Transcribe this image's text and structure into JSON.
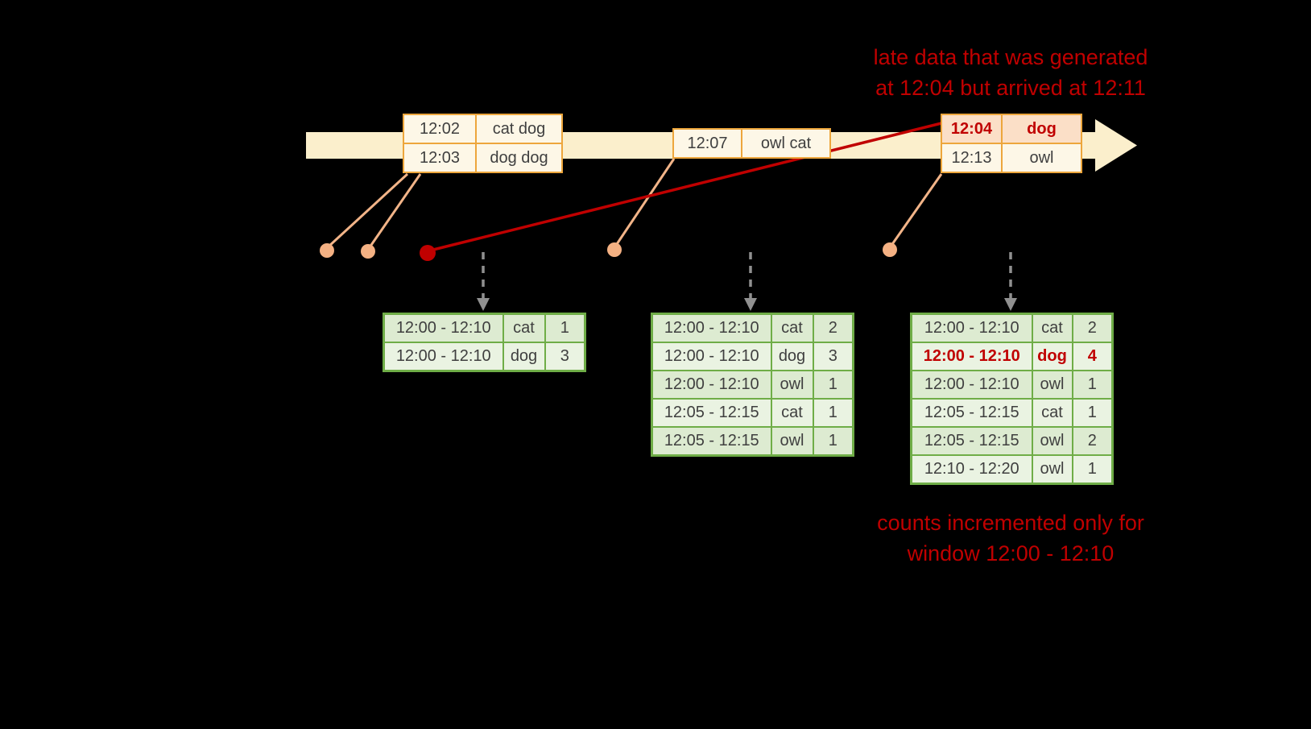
{
  "colors": {
    "background": "#000000",
    "timeline_band": "#FBEFCC",
    "event_border": "#EDA63C",
    "event_fill": "#FDF7E7",
    "late_event_fill": "#FBDFC7",
    "accent_red": "#C00000",
    "connector_salmon": "#F2B488",
    "table_border_green": "#6FAD47",
    "row_fill_dark": "#DDEBD1",
    "row_fill_light": "#EAF3E2",
    "trigger_arrow_gray": "#909090",
    "text_dark": "#3F3F3F"
  },
  "annotations": {
    "late_data_line1": "late data that was generated",
    "late_data_line2": "at 12:04 but arrived at 12:11",
    "counts_line1": "counts incremented only for",
    "counts_line2": "window 12:00 - 12:10"
  },
  "events": {
    "box1": {
      "rows": [
        {
          "time": "12:02",
          "words": "cat dog"
        },
        {
          "time": "12:03",
          "words": "dog dog"
        }
      ]
    },
    "box2": {
      "rows": [
        {
          "time": "12:07",
          "words": "owl cat"
        }
      ]
    },
    "box3": {
      "rows": [
        {
          "time": "12:04",
          "words": "dog"
        },
        {
          "time": "12:13",
          "words": "owl"
        }
      ]
    }
  },
  "result_tables": [
    {
      "rows": [
        {
          "window": "12:00 - 12:10",
          "word": "cat",
          "count": "1"
        },
        {
          "window": "12:00 - 12:10",
          "word": "dog",
          "count": "3"
        }
      ]
    },
    {
      "rows": [
        {
          "window": "12:00 - 12:10",
          "word": "cat",
          "count": "2"
        },
        {
          "window": "12:00 - 12:10",
          "word": "dog",
          "count": "3"
        },
        {
          "window": "12:00 - 12:10",
          "word": "owl",
          "count": "1"
        },
        {
          "window": "12:05 - 12:15",
          "word": "cat",
          "count": "1"
        },
        {
          "window": "12:05 - 12:15",
          "word": "owl",
          "count": "1"
        }
      ]
    },
    {
      "rows": [
        {
          "window": "12:00 - 12:10",
          "word": "cat",
          "count": "2"
        },
        {
          "window": "12:00 - 12:10",
          "word": "dog",
          "count": "4"
        },
        {
          "window": "12:00 - 12:10",
          "word": "owl",
          "count": "1"
        },
        {
          "window": "12:05 - 12:15",
          "word": "cat",
          "count": "1"
        },
        {
          "window": "12:05 - 12:15",
          "word": "owl",
          "count": "2"
        },
        {
          "window": "12:10 - 12:20",
          "word": "owl",
          "count": "1"
        }
      ]
    }
  ]
}
